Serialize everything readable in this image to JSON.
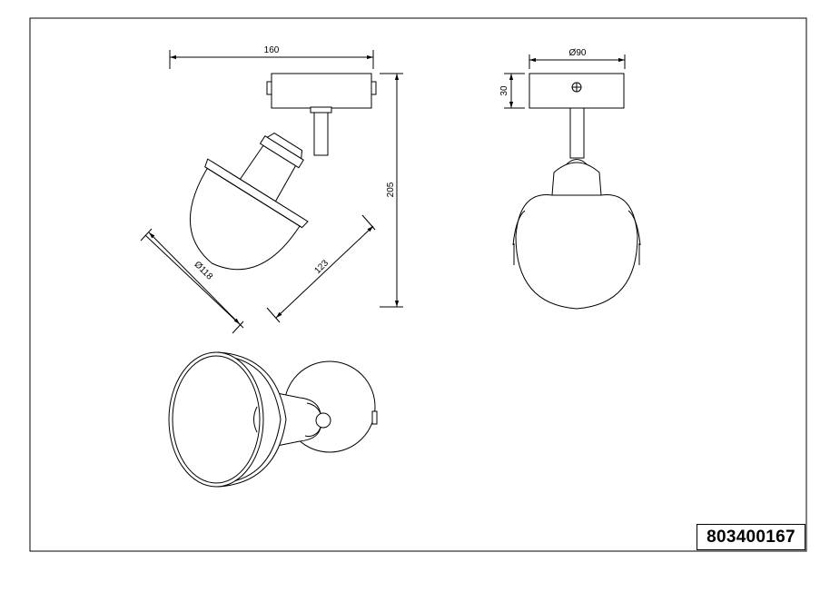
{
  "drawing": {
    "product_code": "803400167",
    "dimensions": {
      "width_total": "160",
      "height_total": "205",
      "shade_diameter": "Ø118",
      "shade_length": "123",
      "base_diameter": "Ø90",
      "base_height": "30"
    },
    "views": [
      "side-view",
      "front-view",
      "top-view"
    ]
  }
}
